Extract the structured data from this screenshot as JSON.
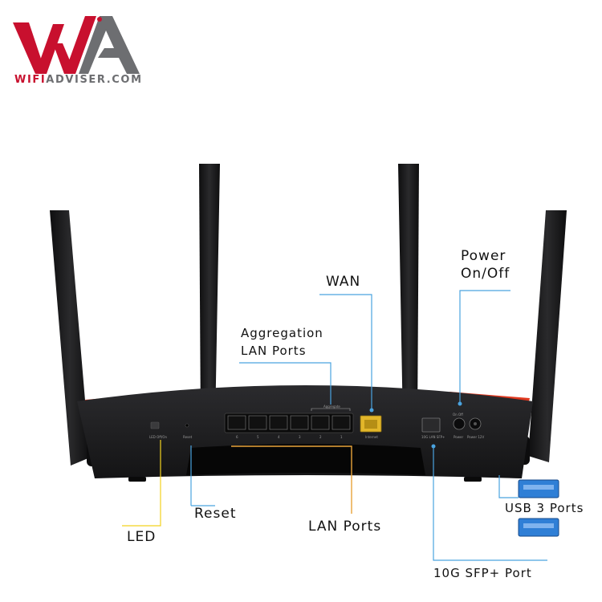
{
  "logo": {
    "text": "WIFIADVISER.COM",
    "text_wifi": "WIFI",
    "text_adviser": "ADVISER.COM",
    "red": "#c8102e",
    "gray": "#6d6e71"
  },
  "labels": {
    "power": "Power",
    "on_off": "On/Off",
    "wan": "WAN",
    "aggregation": "Aggregation",
    "lan_ports_top": "LAN Ports",
    "led": "LED",
    "reset": "Reset",
    "lan_ports": "LAN Ports",
    "usb": "USB 3 Ports",
    "sfp": "10G SFP+ Port"
  },
  "panel": {
    "led_off": "LED Off/On",
    "reset": "Reset",
    "aggregate": "Aggregate",
    "port_numbers": [
      "6",
      "5",
      "4",
      "3",
      "2",
      "1"
    ],
    "internet": "Internet",
    "sfp": "10G LAN SFP+",
    "power": "Power",
    "power_marks": "On  Off",
    "power_in": "Power 12V"
  },
  "colors": {
    "led_line": "#f2d21e",
    "reset_line": "#4aa3df",
    "lan_line": "#e8a33a",
    "wan_line": "#4aa3df",
    "power_line": "#4aa3df",
    "usb_line": "#4aa3df",
    "sfp_line": "#4aa3df",
    "aggregation_line": "#4aa3df",
    "router_body": "#1b1b1d",
    "router_accent": "#e0381f",
    "wan_port": "#e2b62a",
    "usb_port": "#2f7fd6"
  }
}
